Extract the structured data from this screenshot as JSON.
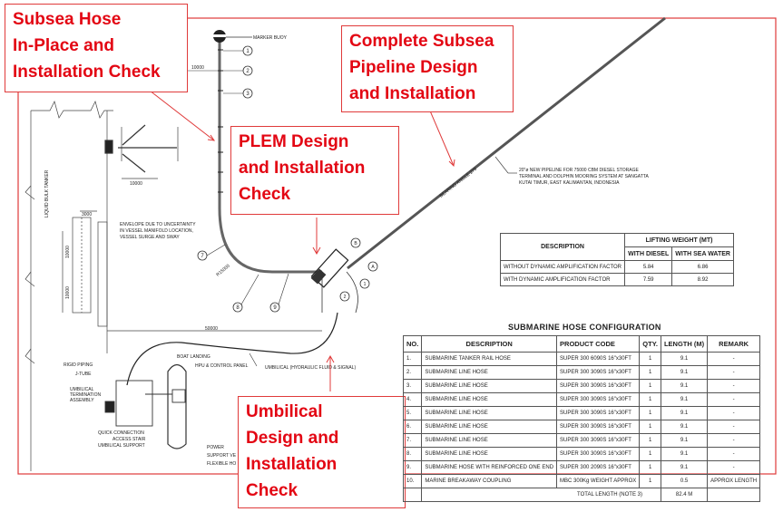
{
  "callouts": {
    "subsea_hose": [
      "Subsea Hose",
      "In-Place and",
      "Installation Check"
    ],
    "pipeline": [
      "Complete Subsea",
      "Pipeline Design",
      "and Installation"
    ],
    "plem": [
      "PLEM Design",
      "and Installation",
      "Check"
    ],
    "umbilical": [
      "Umbilical",
      "Design and",
      "Installation",
      "Check"
    ]
  },
  "colors": {
    "callout_red": "#e30613",
    "frame_red": "#e03a3a",
    "drawing_line": "#333333"
  },
  "drawing": {
    "marker_buoy": "MARKER BUOY",
    "hose_numbers": [
      "1",
      "2",
      "3",
      "7",
      "8",
      "9"
    ],
    "plem_labels": [
      "B",
      "A",
      "1",
      "2"
    ],
    "dim_10000_top": "10000",
    "dim_10000_tanker": "10000",
    "dim_3000": "3000",
    "dim_10000_v1": "10000",
    "dim_10000_v2": "10000",
    "dim_50000": "50000",
    "radius_label": "R15000",
    "tanker_label": "LIQUID BULK TANKER",
    "envelope_note": [
      "ENVELOPE DUE TO UNCERTAINTY",
      "IN VESSEL MANIFOLD LOCATION,",
      "VESSEL SURGE AND SWAY"
    ],
    "bearing_label": "BEARING ANGLE 270",
    "pipeline_note": [
      "20\"ø NEW PIPELINE FOR 75000 CBM DIESEL STORAGE",
      "TERMINAL AND DOLPHIN MOORING SYSTEM AT SANGATTA",
      "KUTAI TIMUR, EAST KALIMANTAN, INDONESIA"
    ],
    "umbilical_label": "UMBILICAL (HYDRAULIC FLUID & SIGNAL)",
    "boat_landing": "BOAT LANDING",
    "hpu_panel": "HPU & CONTROL PANEL",
    "rigid_piping": "RIGID PIPING",
    "j_tube": "J-TUBE",
    "umbilical_termination": [
      "UMBILICAL",
      "TERMINATION",
      "ASSEMBLY"
    ],
    "quick_connection": "QUICK CONNECTION",
    "access_stair": "ACCESS STAIR",
    "umbilical_support": "UMBILICAL SUPPORT",
    "power": "POWER",
    "support_vessel": "SUPPORT VE",
    "flexible_hose": "FLEXIBLE HO"
  },
  "lifting_table": {
    "header_description": "DESCRIPTION",
    "header_group": "LIFTING WEIGHT (MT)",
    "col_diesel": "WITH DIESEL",
    "col_seawater": "WITH SEA WATER",
    "rows": [
      {
        "description": "WITHOUT DYNAMIC AMPLIFICATION FACTOR",
        "diesel": "5.84",
        "seawater": "6.86"
      },
      {
        "description": "WITH DYNAMIC AMPLIFICATION FACTOR",
        "diesel": "7.59",
        "seawater": "8.92"
      }
    ]
  },
  "hose_table": {
    "title": "SUBMARINE HOSE CONFIGURATION",
    "headers": {
      "no": "NO.",
      "description": "DESCRIPTION",
      "product_code": "PRODUCT CODE",
      "qty": "QTY.",
      "length": "LENGTH (M)",
      "remark": "REMARK"
    },
    "rows": [
      {
        "no": "1.",
        "description": "SUBMARINE TANKER RAIL HOSE",
        "product_code": "SUPER 300 6090S 16\"x30FT",
        "qty": "1",
        "length": "9.1",
        "remark": "-"
      },
      {
        "no": "2.",
        "description": "SUBMARINE LINE HOSE",
        "product_code": "SUPER 300 3090S 16\"x30FT",
        "qty": "1",
        "length": "9.1",
        "remark": "-"
      },
      {
        "no": "3.",
        "description": "SUBMARINE LINE HOSE",
        "product_code": "SUPER 300 3090S 16\"x30FT",
        "qty": "1",
        "length": "9.1",
        "remark": "-"
      },
      {
        "no": "4.",
        "description": "SUBMARINE LINE HOSE",
        "product_code": "SUPER 300 3090S 16\"x30FT",
        "qty": "1",
        "length": "9.1",
        "remark": "-"
      },
      {
        "no": "5.",
        "description": "SUBMARINE LINE HOSE",
        "product_code": "SUPER 300 3090S 16\"x30FT",
        "qty": "1",
        "length": "9.1",
        "remark": "-"
      },
      {
        "no": "6.",
        "description": "SUBMARINE LINE HOSE",
        "product_code": "SUPER 300 3090S 16\"x30FT",
        "qty": "1",
        "length": "9.1",
        "remark": "-"
      },
      {
        "no": "7.",
        "description": "SUBMARINE LINE HOSE",
        "product_code": "SUPER 300 3090S 16\"x30FT",
        "qty": "1",
        "length": "9.1",
        "remark": "-"
      },
      {
        "no": "8.",
        "description": "SUBMARINE LINE HOSE",
        "product_code": "SUPER 300 3090S 16\"x30FT",
        "qty": "1",
        "length": "9.1",
        "remark": "-"
      },
      {
        "no": "9.",
        "description": "SUBMARINE HOSE WITH REINFORCED ONE END",
        "product_code": "SUPER 300 2090S 16\"x30FT",
        "qty": "1",
        "length": "9.1",
        "remark": "-"
      },
      {
        "no": "10.",
        "description": "MARINE BREAKAWAY COUPLING",
        "product_code": "MBC 300Kg WEIGHT APPROX",
        "qty": "1",
        "length": "0.5",
        "remark": "APPROX LENGTH"
      }
    ],
    "total_label": "TOTAL LENGTH (NOTE 3)",
    "total_value": "82.4 M"
  }
}
